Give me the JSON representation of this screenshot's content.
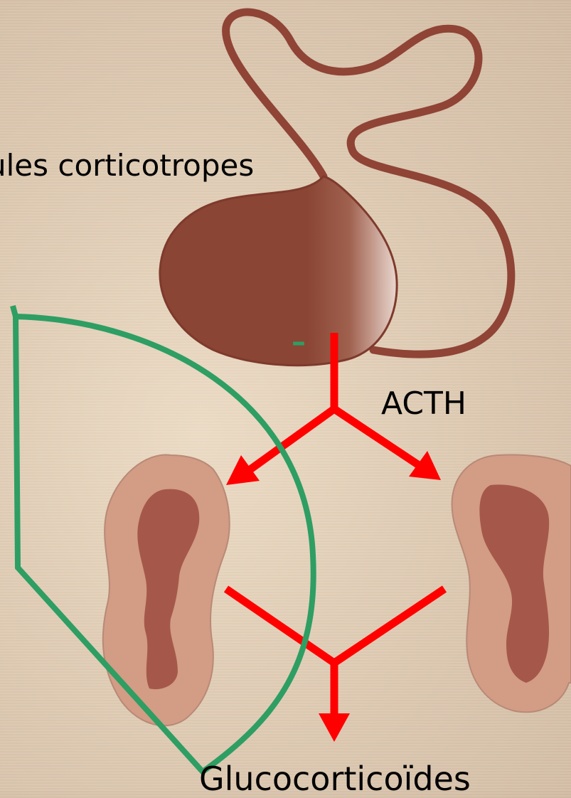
{
  "labels": {
    "cells": "ules corticotropes",
    "hormone": "ACTH",
    "product": "Glucocorticoïdes",
    "feedback_sign": "–"
  },
  "colors": {
    "pituitary": "#8a4534",
    "stalk": "#8f4435",
    "gland_cortex": "#d39c85",
    "gland_medulla": "#a55849",
    "stimulation_arrow": "#ff0000",
    "feedback_loop": "#2e9e63"
  }
}
